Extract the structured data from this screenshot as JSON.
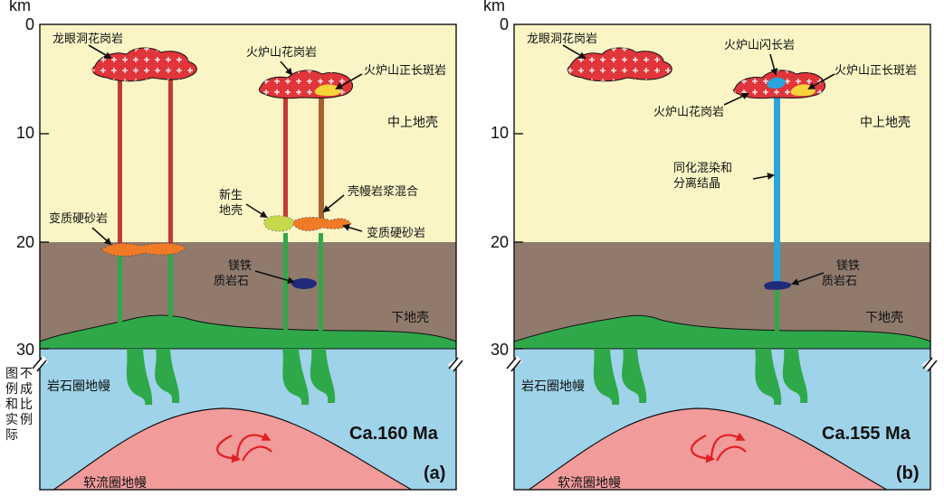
{
  "axis": {
    "unit": "km",
    "ticks": [
      "0",
      "10",
      "20",
      "30"
    ]
  },
  "side_note": "图例和实际不成比例",
  "panel_a": {
    "tag": "(a)",
    "age": "Ca.160 Ma",
    "labels": {
      "longyan": "龙眼洞花岗岩",
      "huolu_granite": "火炉山花岗岩",
      "huolu_syenite": "火炉山正长斑岩",
      "upper_crust": "中上地壳",
      "new_crust": "新生地壳",
      "magma_mixing": "壳幔岩浆混合",
      "metagraywacke_left": "变质硬砂岩",
      "metagraywacke_right": "变质硬砂岩",
      "mafic": "镁铁质岩石",
      "lower_crust": "下地壳",
      "lith_mantle": "岩石圈地幔",
      "asth_mantle": "软流圈地幔"
    }
  },
  "panel_b": {
    "tag": "(b)",
    "age": "Ca.155 Ma",
    "labels": {
      "longyan": "龙眼洞花岗岩",
      "diorite": "火炉山闪长岩",
      "huolu_syenite": "火炉山正长斑岩",
      "huolu_granite": "火炉山花岗岩",
      "upper_crust": "中上地壳",
      "afc": "同化混染和分离结晶",
      "mafic": "镁铁质岩石",
      "lower_crust": "下地壳",
      "lith_mantle": "岩石圈地幔",
      "asth_mantle": "软流圈地幔"
    }
  },
  "colors": {
    "upper_crust": "#fbf5c6",
    "lower_crust": "#8f7a6c",
    "mantle": "#9fd3ea",
    "asthenosphere": "#f29b9b",
    "mafic_green": "#2fa84a",
    "granite_red": "#e0353a",
    "syenite_yellow": "#f6d43a",
    "metagraywacke": "#f07a25",
    "new_crust": "#c7d94a",
    "mafic_rock": "#202a78",
    "conduit_red": "#c23a30",
    "conduit_brown": "#a5642e",
    "afc_blue": "#29a4dc",
    "arrow_red": "#e21f26"
  }
}
